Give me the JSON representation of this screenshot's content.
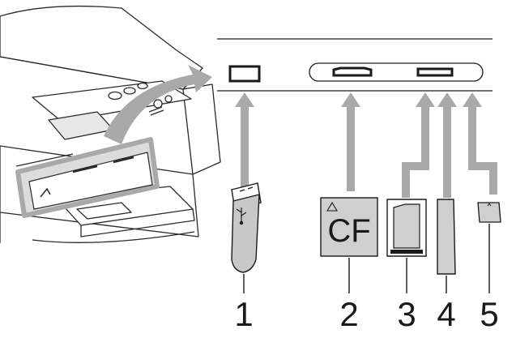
{
  "cf_card_text": "CF",
  "usb_symbol": "usb-trident-icon",
  "warning_symbol": "triangle-mark-icon",
  "slot_numbers": [
    "1",
    "2",
    "3",
    "4",
    "5"
  ],
  "colors": {
    "arrow": "#a9a9a9",
    "outline": "#2a2a2a",
    "card_fill": "#cfcfcf",
    "panel_fill": "#dcdcdc"
  }
}
